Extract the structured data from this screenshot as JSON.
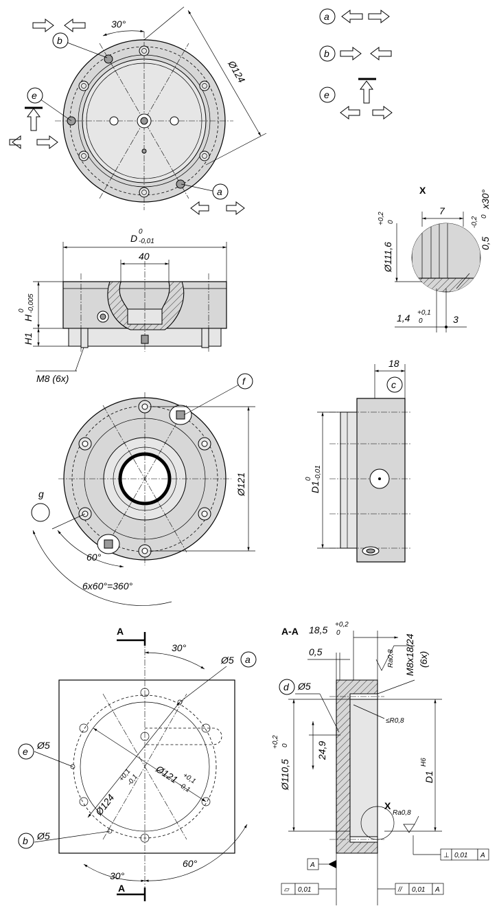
{
  "legend": {
    "a": "a",
    "b": "b",
    "e": "e"
  },
  "top_view": {
    "angle": "30°",
    "diameter": "Ø124",
    "callout_b": "b",
    "callout_e": "e",
    "callout_a": "a"
  },
  "detail_x": {
    "title": "X",
    "dim_7": "7",
    "diameter": "Ø111,6",
    "diameter_tol_upper": "+0,2",
    "diameter_tol_lower": "0",
    "chamfer": "0,5",
    "chamfer_tol_upper": "-0,2",
    "chamfer_tol_lower": "0",
    "chamfer_angle": "x30°",
    "dim_14": "1,4",
    "dim_14_tol_upper": "+0,1",
    "dim_14_tol_lower": "0",
    "dim_3": "3"
  },
  "side_view": {
    "d_label": "D",
    "d_tol_upper": "0",
    "d_tol_lower": "-0,01",
    "dim_40": "40",
    "h_label": "H",
    "h_tol_upper": "0",
    "h_tol_lower": "-0,005",
    "h1_label": "H1",
    "thread": "M8 (6x)"
  },
  "bottom_view": {
    "callout_f": "f",
    "callout_g": "g",
    "diameter": "Ø121",
    "angle_60": "60°",
    "angle_total": "6x60°=360°"
  },
  "right_side": {
    "dim_18": "18",
    "callout_c": "c",
    "d1_label": "D1",
    "d1_tol_upper": "0",
    "d1_tol_lower": "-0,01"
  },
  "mount_plan": {
    "section_a": "A",
    "angle_30_top": "30°",
    "hole_a": "Ø5",
    "callout_a": "a",
    "hole_e": "Ø5",
    "callout_e": "e",
    "hole_b": "Ø5",
    "callout_b": "b",
    "pcd_124": "Ø124",
    "pcd_124_tol_upper": "+0,1",
    "pcd_124_tol_lower": "-0,1",
    "pcd_121": "Ø121",
    "pcd_121_tol_upper": "+0,1",
    "pcd_121_tol_lower": "-0,1",
    "angle_30_bottom": "30°",
    "angle_60": "60°"
  },
  "section_aa": {
    "title": "A-A",
    "depth": "18,5",
    "depth_tol_upper": "+0,2",
    "depth_tol_lower": "0",
    "dim_05": "0,5",
    "ra_top": "Ra0,8",
    "thread": "M8x18/24",
    "thread_count": "(6x)",
    "callout_d": "d",
    "pin_hole": "Ø5",
    "radius": "≤R0,8",
    "dim_249": "24,9",
    "diameter": "Ø110,5",
    "diameter_tol_upper": "+0,2",
    "diameter_tol_lower": "0",
    "d1_fit": "D1",
    "d1_fit_tol": "H6",
    "detail_x": "X",
    "ra_bottom": "Ra0,8",
    "perp_symbol": "⊥",
    "perp_value": "0,01",
    "perp_datum": "A",
    "datum": "A",
    "flat_symbol": "▱",
    "flat_value": "0,01",
    "par_symbol": "//",
    "par_value": "0,01",
    "par_datum": "A"
  },
  "colors": {
    "part_fill": "#d7d7d7",
    "line": "#000000"
  }
}
